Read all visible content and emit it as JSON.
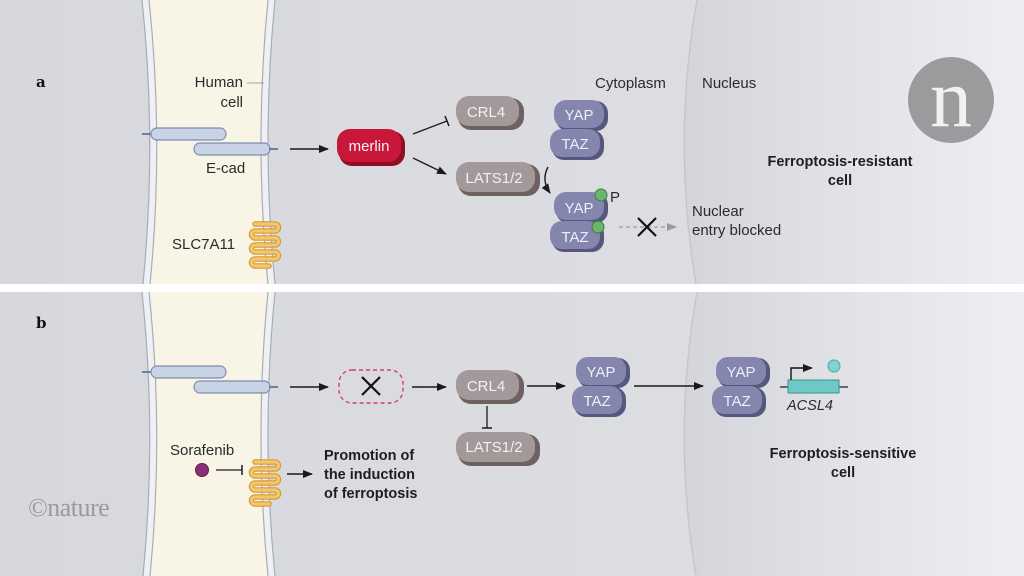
{
  "figure": {
    "source": "nature",
    "logo_letter": "n",
    "copyright_mark": "©nature",
    "colors": {
      "background": "#d9dade",
      "nucleus_background": "#e6e7ea",
      "membrane_interior": "#f8f5e6",
      "merlin": "#c41432",
      "crl4_lats": "#9b8f8c",
      "yap_taz": "#7f80a8",
      "phosphate": "#6bb56f",
      "slc7a11": "#f0c066",
      "sorafenib": "#8a2f75",
      "acsl4_gene": "#6ec8c6"
    }
  },
  "panel_a": {
    "letter": "a",
    "cell_label_line1": "Human",
    "cell_label_line2": "cell",
    "ecad_label": "E-cad",
    "transporter_label": "SLC7A11",
    "merlin_label": "merlin",
    "crl4_label": "CRL4",
    "lats_label": "LATS1/2",
    "yap_label": "YAP",
    "taz_label": "TAZ",
    "phospho_label": "P",
    "cytoplasm_label": "Cytoplasm",
    "nucleus_label": "Nucleus",
    "blocked_line1": "Nuclear",
    "blocked_line2": "entry blocked",
    "outcome_line1": "Ferroptosis-resistant",
    "outcome_line2": "cell"
  },
  "panel_b": {
    "letter": "b",
    "drug_label": "Sorafenib",
    "promotion_line1": "Promotion of",
    "promotion_line2": "the induction",
    "promotion_line3": "of ferroptosis",
    "crl4_label": "CRL4",
    "lats_label": "LATS1/2",
    "yap_label": "YAP",
    "taz_label": "TAZ",
    "gene_label": "ACSL4",
    "outcome_line1": "Ferroptosis-sensitive",
    "outcome_line2": "cell"
  }
}
